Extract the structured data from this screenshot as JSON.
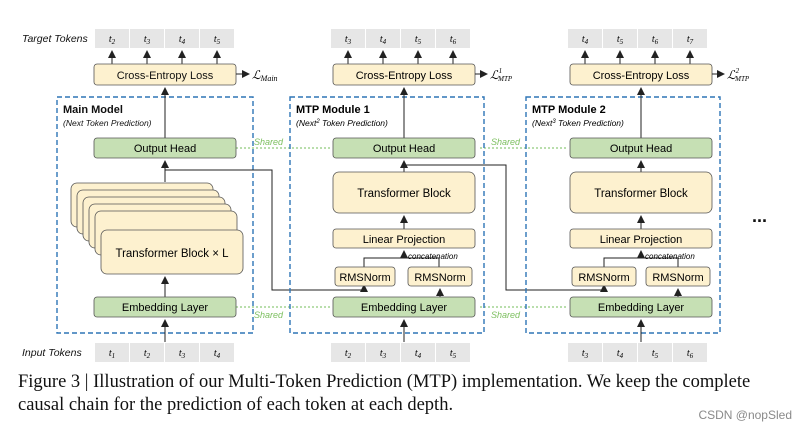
{
  "labels": {
    "target_tokens": "Target Tokens",
    "input_tokens": "Input Tokens",
    "shared": "Shared",
    "concatenation": "concatenation",
    "ellipsis": "..."
  },
  "modules": [
    {
      "title": "Main Model",
      "subtitle_main": "(Next Token Prediction)",
      "subtitle_sup": "",
      "targets": [
        "t2",
        "t3",
        "t4",
        "t5"
      ],
      "inputs": [
        "t1",
        "t2",
        "t3",
        "t4"
      ],
      "loss": "Cross-Entropy Loss",
      "loss_symbol": "ℒ",
      "loss_sub": "Main",
      "loss_sup": "",
      "output_head": "Output Head",
      "transformer": "Transformer Block × L",
      "embedding": "Embedding Layer"
    },
    {
      "title": "MTP Module 1",
      "subtitle_main": "Token Prediction)",
      "subtitle_pre": "(Next",
      "subtitle_sup": "2",
      "targets": [
        "t3",
        "t4",
        "t5",
        "t6"
      ],
      "inputs": [
        "t2",
        "t3",
        "t4",
        "t5"
      ],
      "loss": "Cross-Entropy Loss",
      "loss_symbol": "ℒ",
      "loss_sub": "MTP",
      "loss_sup": "1",
      "output_head": "Output Head",
      "transformer": "Transformer Block",
      "linear": "Linear Projection",
      "rmsnorm": [
        "RMSNorm",
        "RMSNorm"
      ],
      "embedding": "Embedding Layer"
    },
    {
      "title": "MTP Module 2",
      "subtitle_main": "Token Prediction)",
      "subtitle_pre": "(Next",
      "subtitle_sup": "3",
      "targets": [
        "t4",
        "t5",
        "t6",
        "t7"
      ],
      "inputs": [
        "t3",
        "t4",
        "t5",
        "t6"
      ],
      "loss": "Cross-Entropy Loss",
      "loss_symbol": "ℒ",
      "loss_sub": "MTP",
      "loss_sup": "2",
      "output_head": "Output Head",
      "transformer": "Transformer Block",
      "linear": "Linear Projection",
      "rmsnorm": [
        "RMSNorm",
        "RMSNorm"
      ],
      "embedding": "Embedding Layer"
    }
  ],
  "caption": "Figure 3 | Illustration of our Multi-Token Prediction (MTP) implementation. We keep the complete causal chain for the prediction of each token at each depth.",
  "watermark": "CSDN @nopSled",
  "colors": {
    "token_fill": "#e6e6e6",
    "loss_fill": "#fdf1cf",
    "head_fill": "#c6e0b4",
    "block_fill": "#fdf1cf",
    "module_border": "#2e75b6",
    "shared_line": "#8fc97a",
    "shared_text": "#7cbf5f"
  }
}
